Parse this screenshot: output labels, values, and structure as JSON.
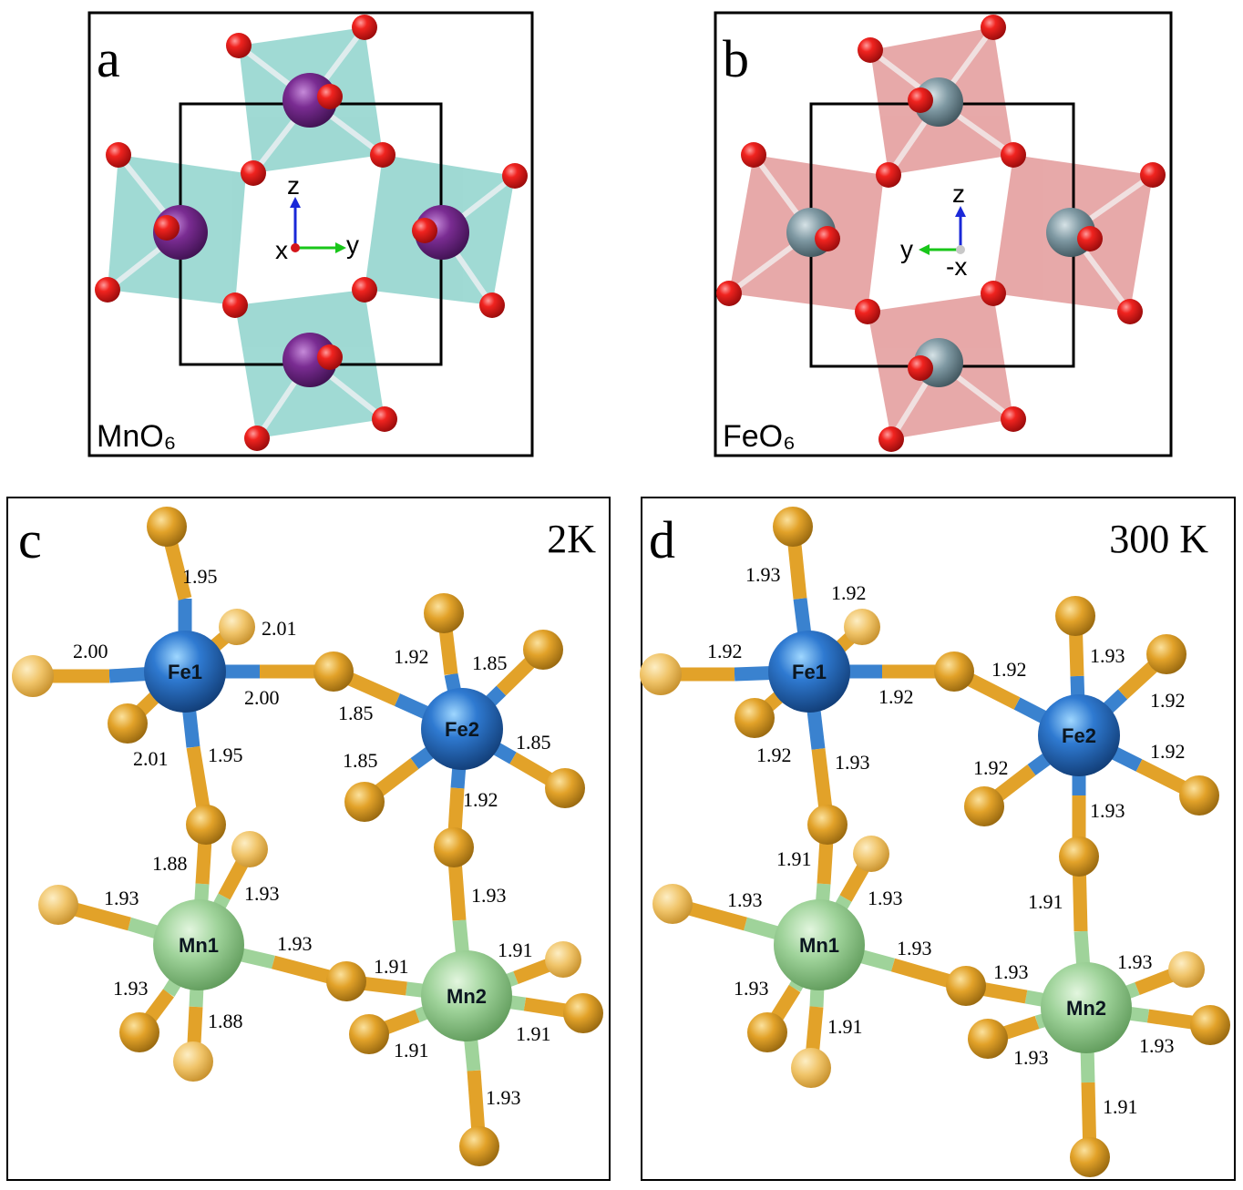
{
  "colors": {
    "oxygen_red": "#e8141a",
    "mn_purple": "#7a2c92",
    "fe_grey": "#7f99a3",
    "teal_polyhedra": "#8fd3cc",
    "pink_polyhedra": "#e39a9a",
    "fe_blue": "#2f7ad1",
    "mn_green": "#9fd39a",
    "o_gold": "#e2a229",
    "axis_blue": "#1a28d8",
    "axis_green": "#19c61a"
  },
  "panels": {
    "a": {
      "letter": "a",
      "polyhedron": "MnO₆",
      "axis_up": "z",
      "axis_side": "y",
      "axis_out": "x"
    },
    "b": {
      "letter": "b",
      "polyhedron": "FeO₆",
      "axis_up": "z",
      "axis_side": "y",
      "axis_out": "-x"
    },
    "c": {
      "letter": "c",
      "temperature": "2K",
      "atoms": {
        "fe1": "Fe1",
        "fe2": "Fe2",
        "mn1": "Mn1",
        "mn2": "Mn2"
      },
      "bonds": [
        "1.95",
        "2.01",
        "2.00",
        "2.00",
        "2.01",
        "1.95",
        "1.92",
        "1.85",
        "1.85",
        "1.85",
        "1.85",
        "1.92",
        "1.88",
        "1.93",
        "1.93",
        "1.93",
        "1.93",
        "1.88",
        "1.93",
        "1.91",
        "1.91",
        "1.91",
        "1.91",
        "1.93"
      ]
    },
    "d": {
      "letter": "d",
      "temperature": "300 K",
      "atoms": {
        "fe1": "Fe1",
        "fe2": "Fe2",
        "mn1": "Mn1",
        "mn2": "Mn2"
      },
      "bonds": [
        "1.93",
        "1.92",
        "1.92",
        "1.92",
        "1.92",
        "1.93",
        "1.92",
        "1.93",
        "1.92",
        "1.92",
        "1.92",
        "1.93",
        "1.91",
        "1.93",
        "1.93",
        "1.93",
        "1.93",
        "1.91",
        "1.91",
        "1.93",
        "1.93",
        "1.93",
        "1.93",
        "1.91"
      ]
    }
  }
}
